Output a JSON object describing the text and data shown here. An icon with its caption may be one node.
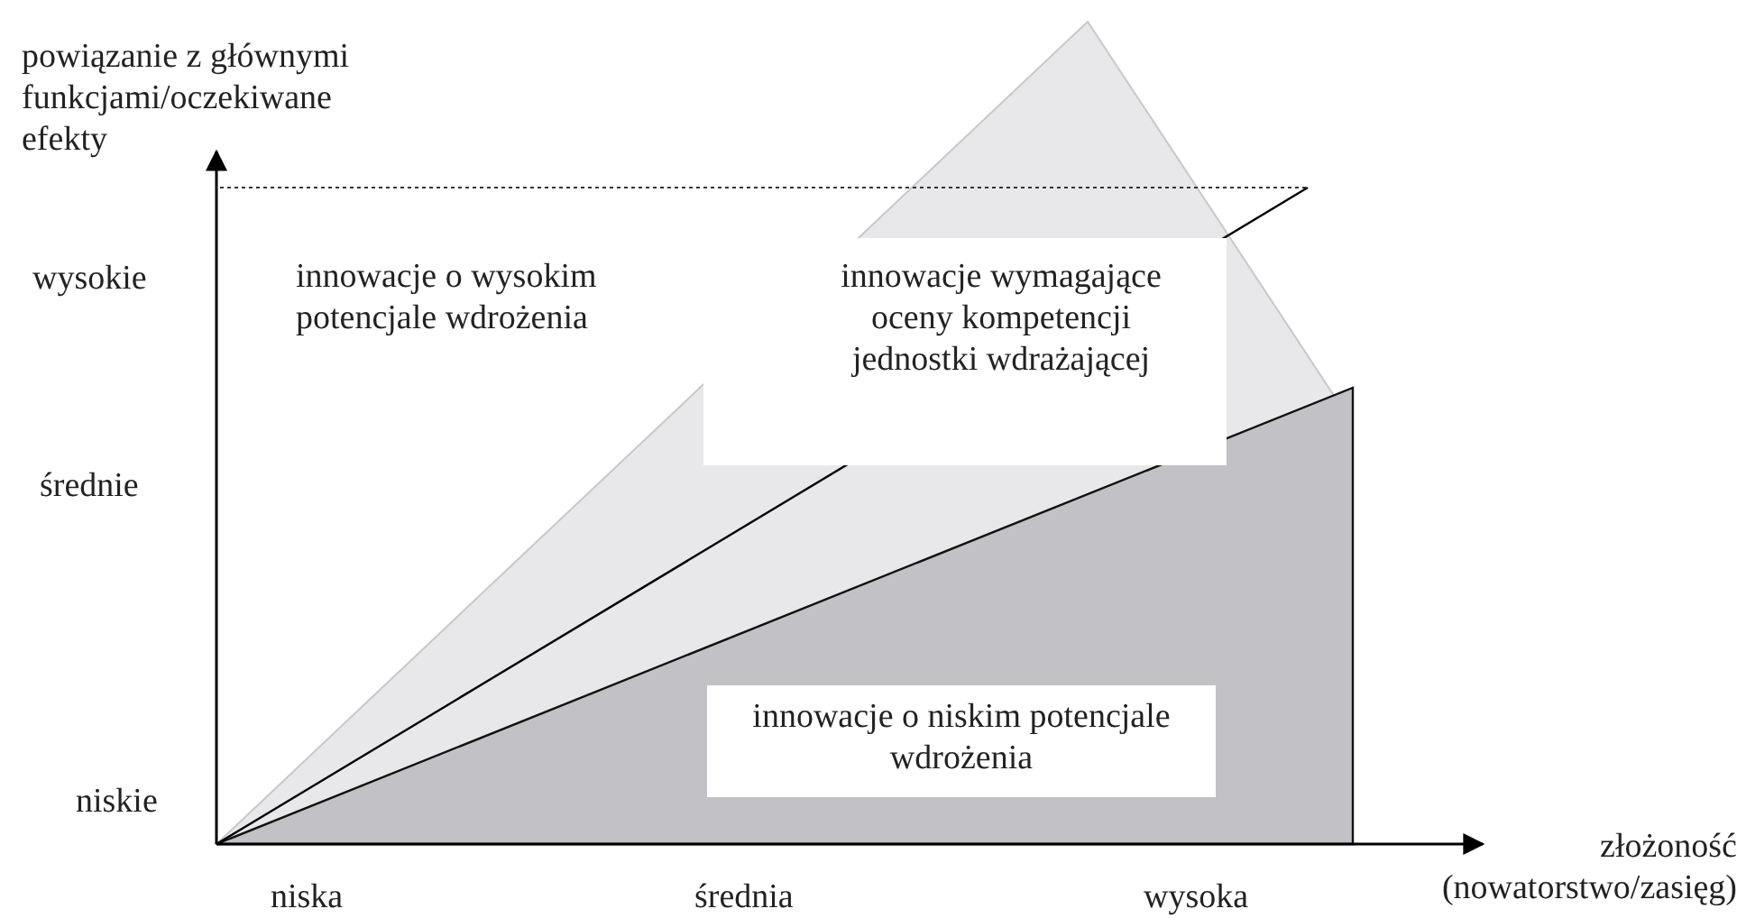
{
  "diagram": {
    "nodes": [
      {
        "text": [
          "innowacje o wysokim potencjale wdrożenia"
        ]
      },
      {
        "text": [
          "innowacje wymagające oceny kompetencji jednostki wdrażającej"
        ]
      },
      {
        "text": [
          "innowacje o niskim potencjale wdrożenia"
        ]
      }
    ],
    "labels": [
      "powiązanie z głównymi funkcjami/oczekiwane efekty",
      "wysokie",
      "średnie",
      "niskie",
      "złożoność (nowatorstwo/zasięg)",
      "niska",
      "średnia",
      "wysoka"
    ]
  }
}
